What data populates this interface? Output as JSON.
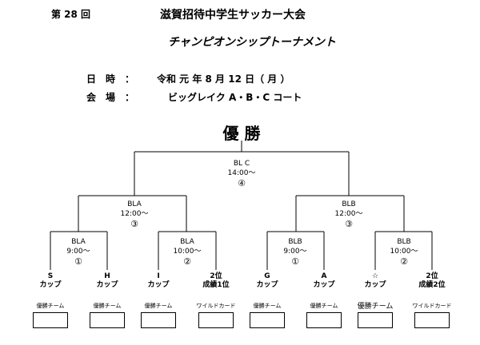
{
  "header": {
    "edition": "第 28 回",
    "title": "滋賀招待中学生サッカー大会",
    "subtitle": "チャンピオンシップトーナメント"
  },
  "info": {
    "date_label": "日　時　：",
    "date_value": "令和 元 年 8 月 12 日（ 月 ）",
    "venue_label": "会　場　：",
    "venue_value": "ビッグレイク A・B・C コート"
  },
  "champion_label": "優 勝",
  "final": {
    "court": "BL C",
    "time": "14:00〜",
    "num": "④"
  },
  "semis": [
    {
      "court": "BLA",
      "time": "12:00〜",
      "num": "③"
    },
    {
      "court": "BLB",
      "time": "12:00〜",
      "num": "③"
    }
  ],
  "quarters": [
    {
      "court": "BLA",
      "time": "9:00〜",
      "num": "①"
    },
    {
      "court": "BLA",
      "time": "10:00〜",
      "num": "②"
    },
    {
      "court": "BLB",
      "time": "9:00〜",
      "num": "①"
    },
    {
      "court": "BLB",
      "time": "10:00〜",
      "num": "②"
    }
  ],
  "teams": [
    {
      "line1": "S",
      "line2": "カップ",
      "note": "優勝チーム"
    },
    {
      "line1": "H",
      "line2": "カップ",
      "note": "優勝チーム"
    },
    {
      "line1": "I",
      "line2": "カップ",
      "note": "優勝チーム"
    },
    {
      "line1": "2位",
      "line2": "成績1位",
      "note": "ワイルドカード"
    },
    {
      "line1": "G",
      "line2": "カップ",
      "note": "優勝チーム"
    },
    {
      "line1": "A",
      "line2": "カップ",
      "note": "優勝チーム"
    },
    {
      "line1": "☆",
      "line2": "カップ",
      "note": "優勝チーム"
    },
    {
      "line1": "2位",
      "line2": "成績2位",
      "note": "ワイルドカード"
    }
  ]
}
